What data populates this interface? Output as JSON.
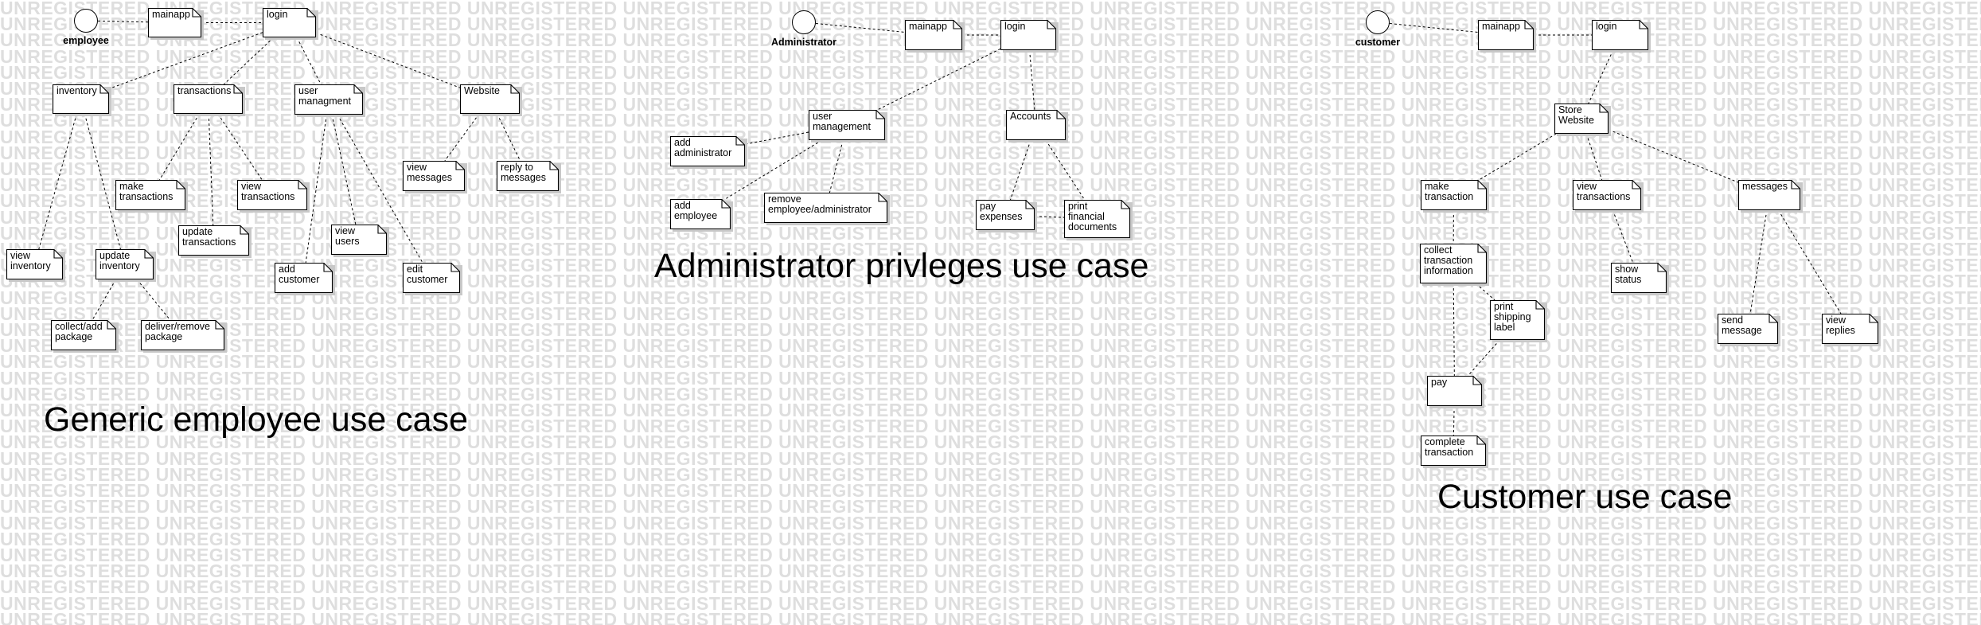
{
  "watermark": "UNREGISTERED",
  "titles": {
    "employee": "Generic employee use case",
    "admin": "Administrator privleges use case",
    "customer": "Customer use case"
  },
  "actors": {
    "employee": "employee",
    "admin": "Administrator",
    "customer": "customer"
  },
  "nodes": {
    "e_mainapp": "mainapp",
    "e_login": "login",
    "e_inventory": "inventory",
    "e_transactions": "transactions",
    "e_user_managment": "user\nmanagment",
    "e_website": "Website",
    "e_make_transactions": "make\ntransactions",
    "e_view_transactions": "view\ntransactions",
    "e_update_transactions": "update\ntransactions",
    "e_view_inventory": "view\ninventory",
    "e_update_inventory": "update\ninventory",
    "e_collect_add_package": "collect/add\npackage",
    "e_deliver_remove_package": "deliver/remove\npackage",
    "e_add_customer": "add\ncustomer",
    "e_view_users": "view\nusers",
    "e_edit_customer": "edit\ncustomer",
    "e_view_messages": "view\nmessages",
    "e_reply_to_messages": "reply to\nmessages",
    "a_mainapp": "mainapp",
    "a_login": "login",
    "a_user_management": "user\nmanagement",
    "a_accounts": "Accounts",
    "a_add_administrator": "add\nadministrator",
    "a_add_employee": "add\nemployee",
    "a_remove_employee_administrator": "remove\nemployee/administrator",
    "a_pay_expenses": "pay\nexpenses",
    "a_print_financial_documents": "print\nfinancial\ndocuments",
    "c_mainapp": "mainapp",
    "c_login": "login",
    "c_store_website": "Store\nWebsite",
    "c_make_transaction": "make\ntransaction",
    "c_view_transactions": "view\ntransactions",
    "c_messages": "messages",
    "c_collect_transaction_information": "collect\ntransaction\ninformation",
    "c_print_shipping_label": "print\nshipping\nlabel",
    "c_pay": "pay",
    "c_complete_transaction": "complete\ntransaction",
    "c_show_status": "show\nstatus",
    "c_send_message": "send\nmessage",
    "c_view_replies": "view\nreplies"
  },
  "edges": [
    [
      "actor_employee",
      "e_mainapp"
    ],
    [
      "e_mainapp",
      "e_login"
    ],
    [
      "e_login",
      "e_inventory"
    ],
    [
      "e_login",
      "e_transactions"
    ],
    [
      "e_login",
      "e_user_managment"
    ],
    [
      "e_login",
      "e_website"
    ],
    [
      "e_inventory",
      "e_view_inventory"
    ],
    [
      "e_inventory",
      "e_update_inventory"
    ],
    [
      "e_update_inventory",
      "e_collect_add_package"
    ],
    [
      "e_update_inventory",
      "e_deliver_remove_package"
    ],
    [
      "e_transactions",
      "e_make_transactions"
    ],
    [
      "e_transactions",
      "e_update_transactions"
    ],
    [
      "e_transactions",
      "e_view_transactions"
    ],
    [
      "e_user_managment",
      "e_add_customer"
    ],
    [
      "e_user_managment",
      "e_view_users"
    ],
    [
      "e_user_managment",
      "e_edit_customer"
    ],
    [
      "e_website",
      "e_view_messages"
    ],
    [
      "e_website",
      "e_reply_to_messages"
    ],
    [
      "actor_admin",
      "a_mainapp"
    ],
    [
      "a_mainapp",
      "a_login"
    ],
    [
      "a_login",
      "a_user_management"
    ],
    [
      "a_login",
      "a_accounts"
    ],
    [
      "a_user_management",
      "a_add_administrator"
    ],
    [
      "a_user_management",
      "a_add_employee"
    ],
    [
      "a_user_management",
      "a_remove_employee_administrator"
    ],
    [
      "a_accounts",
      "a_pay_expenses"
    ],
    [
      "a_accounts",
      "a_print_financial_documents"
    ],
    [
      "a_pay_expenses",
      "a_print_financial_documents"
    ],
    [
      "actor_customer",
      "c_mainapp"
    ],
    [
      "c_mainapp",
      "c_login"
    ],
    [
      "c_login",
      "c_store_website"
    ],
    [
      "c_store_website",
      "c_make_transaction"
    ],
    [
      "c_store_website",
      "c_view_transactions"
    ],
    [
      "c_store_website",
      "c_messages"
    ],
    [
      "c_make_transaction",
      "c_collect_transaction_information"
    ],
    [
      "c_collect_transaction_information",
      "c_print_shipping_label"
    ],
    [
      "c_collect_transaction_information",
      "c_pay"
    ],
    [
      "c_print_shipping_label",
      "c_pay"
    ],
    [
      "c_pay",
      "c_complete_transaction"
    ],
    [
      "c_view_transactions",
      "c_show_status"
    ],
    [
      "c_messages",
      "c_send_message"
    ],
    [
      "c_messages",
      "c_view_replies"
    ]
  ]
}
